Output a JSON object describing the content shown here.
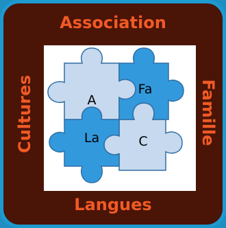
{
  "borders": {
    "top": "Association",
    "bottom": "Langues",
    "left": "Cultures",
    "right": "Famille"
  },
  "pieces": {
    "top_left": "A",
    "top_right": "Fa",
    "bottom_left": "La",
    "bottom_right": "C"
  },
  "colors": {
    "background": "#1f8fc1",
    "frame": "#4a1407",
    "frame_border": "#1d9ad0",
    "label": "#f05a25",
    "piece_light": "#c7d9ee",
    "piece_dark": "#3399dd",
    "piece_edge": "#2f6fa6"
  }
}
